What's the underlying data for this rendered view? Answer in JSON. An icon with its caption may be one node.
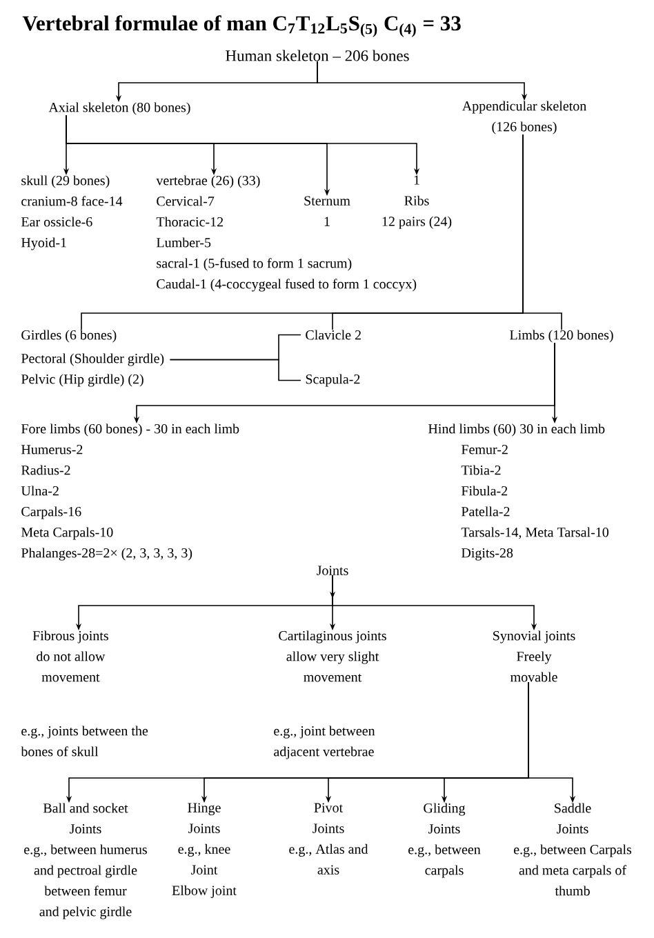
{
  "diagram": {
    "title": "Vertebral formulae of man C$_{7}$T$_{12}$L$_{5}$S$_{(5)}$ C$_{(4)}$ = 33",
    "nodes": [
      {
        "text": [
          "Human skeleton – 206 bones"
        ]
      },
      {
        "text": [
          "Axial skeleton (80 bones)"
        ]
      },
      {
        "text": [
          "Appendicular skeleton (126 bones)"
        ]
      },
      {
        "text": [
          "skull (29 bones)",
          "cranium-8 face-14",
          "Ear ossicle-6",
          "Hyoid-1"
        ]
      },
      {
        "text": [
          "vertebrae (26) (33)",
          "Cervical-7",
          "Thoracic-12",
          "Lumber-5",
          "sacral-1 (5-fused to form 1 sacrum)",
          "Caudal-1 (4-coccygeal fused to form 1 coccyx)"
        ]
      },
      {
        "text": [
          "Sternum",
          "1"
        ]
      },
      {
        "text": [
          "1",
          "Ribs",
          "12 pairs (24)"
        ]
      },
      {
        "text": [
          "Girdles (6 bones)"
        ]
      },
      {
        "text": [
          "Pectoral (Shoulder girdle)"
        ]
      },
      {
        "text": [
          "Pelvic (Hip girdle) (2)"
        ]
      },
      {
        "text": [
          "Clavicle 2"
        ]
      },
      {
        "text": [
          "Scapula-2"
        ]
      },
      {
        "text": [
          "Limbs (120 bones)"
        ]
      },
      {
        "text": [
          "Fore limbs (60 bones) - 30 in each limb",
          "Humerus-2",
          "Radius-2",
          "Ulna-2",
          "Carpals-16",
          "Meta Carpals-10",
          "Phalanges-28=2× (2, 3, 3, 3, 3)"
        ]
      },
      {
        "text": [
          "Hind limbs (60) 30 in each limb",
          "Femur-2",
          "Tibia-2",
          "Fibula-2",
          "Patella-2",
          "Tarsals-14, Meta Tarsal-10",
          "Digits-28"
        ]
      },
      {
        "text": [
          "Joints"
        ]
      },
      {
        "text": [
          "Fibrous joints",
          "do not allow movement"
        ],
        "beside": [
          "e.g., joints between the bones of skull"
        ]
      },
      {
        "text": [
          "Cartilaginous joints",
          "allow very slight movement"
        ],
        "beside": [
          "e.g., joint between adjacent vertebrae"
        ]
      },
      {
        "text": [
          "Synovial joints",
          "Freely movable"
        ]
      },
      {
        "text": [
          "Ball and socket Joints",
          "e.g., between humerus and pectroal girdle",
          "between femur and pelvic girdle"
        ]
      },
      {
        "text": [
          "Hinge Joints",
          "e.g., knee Joint",
          "Elbow joint"
        ]
      },
      {
        "text": [
          "Pivot Joints",
          "e.g., Atlas and axis"
        ]
      },
      {
        "text": [
          "Gliding Joints",
          "e.g., between carpals"
        ]
      },
      {
        "text": [
          "Saddle Joints",
          "e.g., between Carpals and meta carpals of thumb"
        ]
      }
    ],
    "edges": [
      {
        "from": 0,
        "to": 1,
        "arrow": "to"
      },
      {
        "from": 0,
        "to": 2,
        "arrow": "to"
      },
      {
        "from": 1,
        "to": 3,
        "arrow": "to"
      },
      {
        "from": 1,
        "to": 4,
        "arrow": "to"
      },
      {
        "from": 1,
        "to": 5,
        "arrow": "to"
      },
      {
        "from": 1,
        "to": 6,
        "arrow": "to"
      },
      {
        "from": 2,
        "to": 7,
        "arrow": "none"
      },
      {
        "from": 2,
        "to": 10,
        "arrow": "none"
      },
      {
        "from": 2,
        "to": 12,
        "arrow": "none"
      },
      {
        "from": 8,
        "to": 10,
        "arrow": "none"
      },
      {
        "from": 8,
        "to": 11,
        "arrow": "none"
      },
      {
        "from": 12,
        "to": 13,
        "arrow": "to"
      },
      {
        "from": 12,
        "to": 14,
        "arrow": "to"
      },
      {
        "from": 15,
        "to": 16,
        "arrow": "to"
      },
      {
        "from": 15,
        "to": 17,
        "arrow": "to"
      },
      {
        "from": 15,
        "to": 18,
        "arrow": "to"
      },
      {
        "from": 18,
        "to": 19,
        "arrow": "to"
      },
      {
        "from": 18,
        "to": 20,
        "arrow": "to"
      },
      {
        "from": 18,
        "to": 21,
        "arrow": "to"
      },
      {
        "from": 18,
        "to": 22,
        "arrow": "to"
      },
      {
        "from": 18,
        "to": 23,
        "arrow": "to"
      }
    ]
  }
}
